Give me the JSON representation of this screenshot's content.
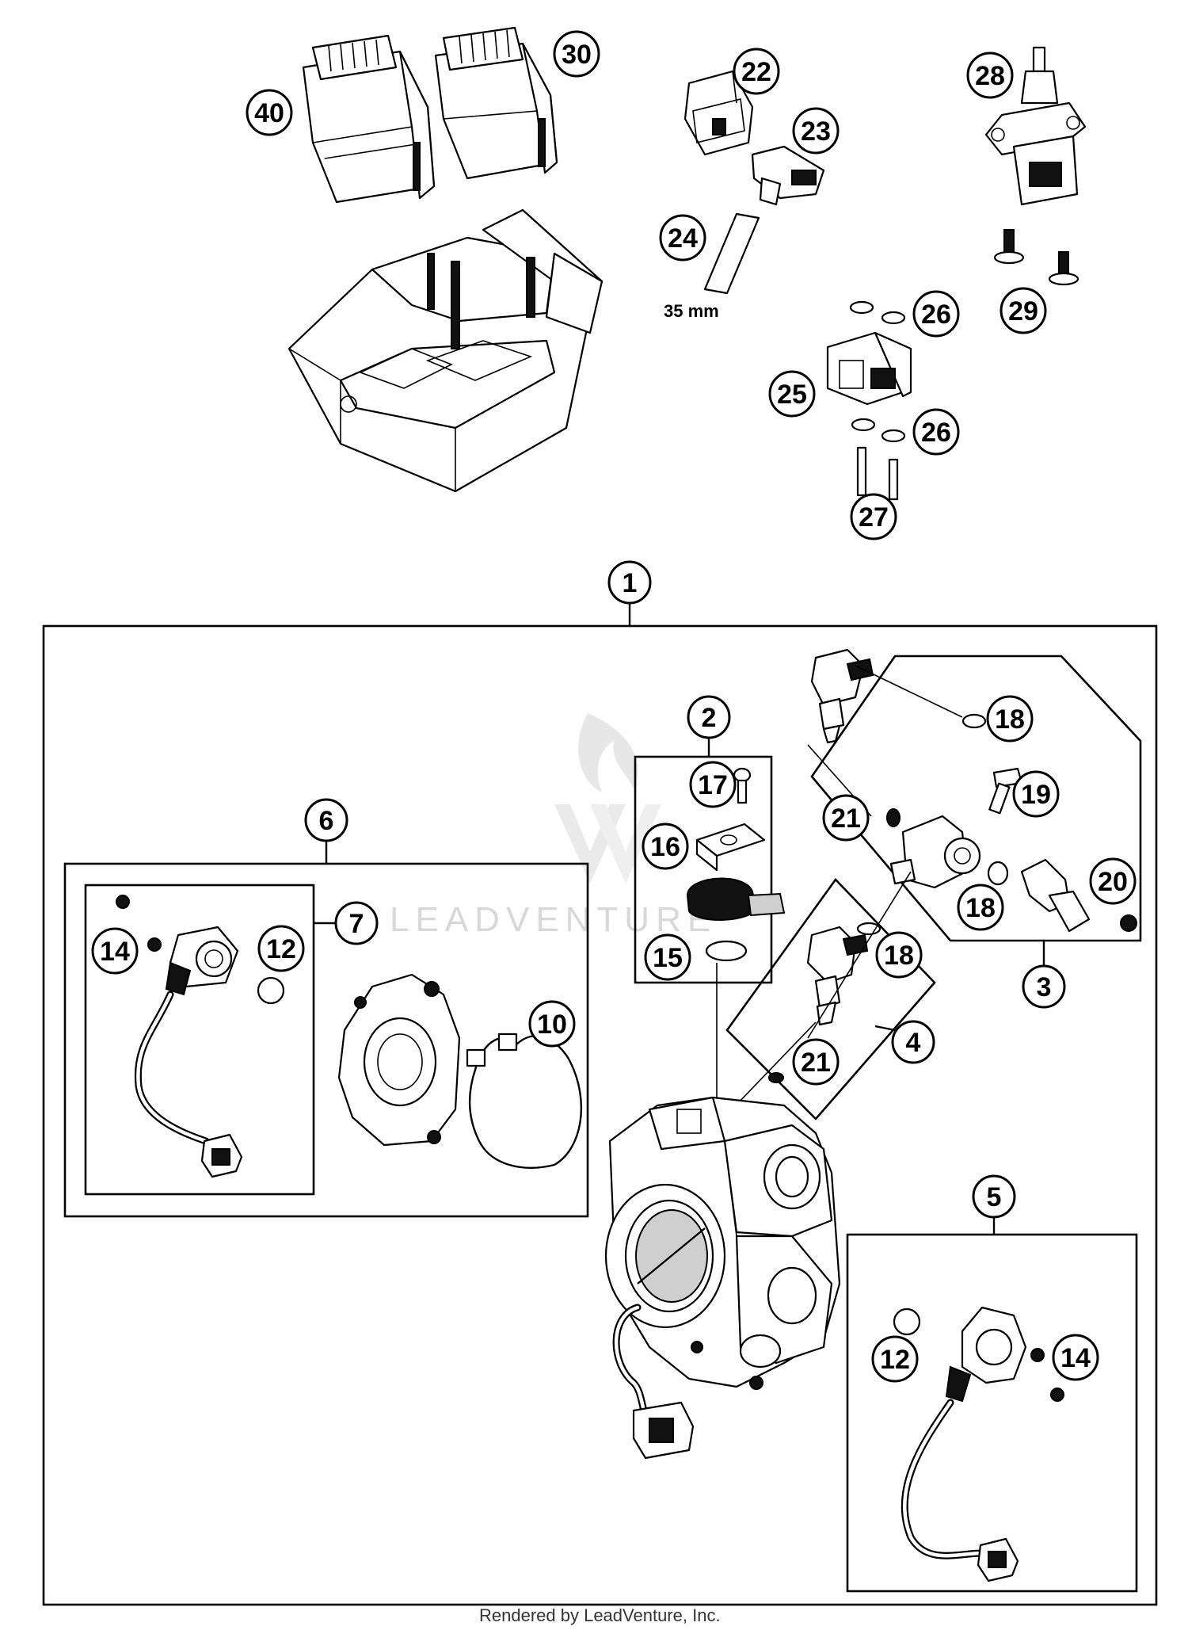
{
  "callouts": [
    {
      "id": "c40",
      "label": "40"
    },
    {
      "id": "c30",
      "label": "30"
    },
    {
      "id": "c22",
      "label": "22"
    },
    {
      "id": "c23",
      "label": "23"
    },
    {
      "id": "c24",
      "label": "24"
    },
    {
      "id": "c28",
      "label": "28"
    },
    {
      "id": "c29",
      "label": "29"
    },
    {
      "id": "c26a",
      "label": "26"
    },
    {
      "id": "c25",
      "label": "25"
    },
    {
      "id": "c26b",
      "label": "26"
    },
    {
      "id": "c27",
      "label": "27"
    },
    {
      "id": "c1",
      "label": "1"
    },
    {
      "id": "c2",
      "label": "2"
    },
    {
      "id": "c17",
      "label": "17"
    },
    {
      "id": "c16",
      "label": "16"
    },
    {
      "id": "c15",
      "label": "15"
    },
    {
      "id": "c18a",
      "label": "18"
    },
    {
      "id": "c19",
      "label": "19"
    },
    {
      "id": "c21a",
      "label": "21"
    },
    {
      "id": "c18b",
      "label": "18"
    },
    {
      "id": "c20",
      "label": "20"
    },
    {
      "id": "c3",
      "label": "3"
    },
    {
      "id": "c18c",
      "label": "18"
    },
    {
      "id": "c4",
      "label": "4"
    },
    {
      "id": "c21b",
      "label": "21"
    },
    {
      "id": "c6",
      "label": "6"
    },
    {
      "id": "c7",
      "label": "7"
    },
    {
      "id": "c14a",
      "label": "14"
    },
    {
      "id": "c12a",
      "label": "12"
    },
    {
      "id": "c10",
      "label": "10"
    },
    {
      "id": "c5",
      "label": "5"
    },
    {
      "id": "c12b",
      "label": "12"
    },
    {
      "id": "c14b",
      "label": "14"
    }
  ],
  "dimension_label": "35 mm",
  "watermark": "LEADVENTURE",
  "footer": "Rendered by LeadVenture, Inc."
}
